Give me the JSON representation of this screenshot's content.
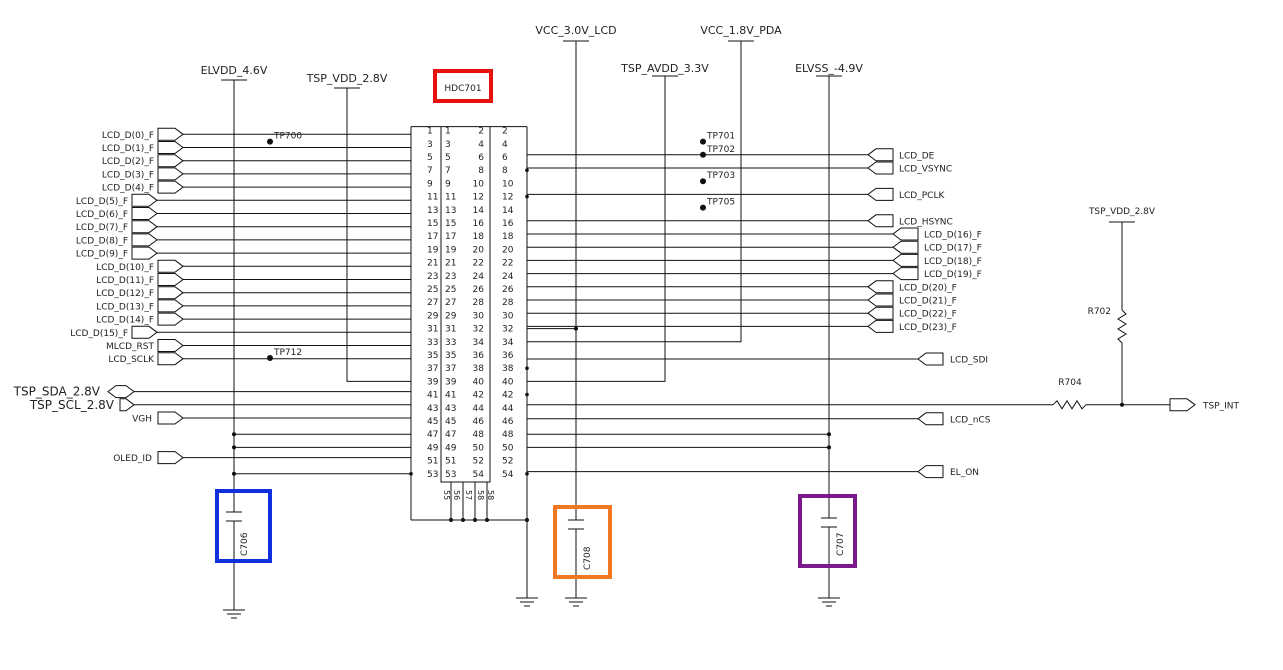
{
  "connector": {
    "ref": "HDC701",
    "pin_labels": {
      "left": [
        [
          "1",
          "3",
          "5",
          "7",
          "9",
          "11",
          "13",
          "15",
          "17",
          "19",
          "21",
          "23",
          "25",
          "27",
          "29",
          "31",
          "33",
          "35",
          "37",
          "39",
          "41",
          "43",
          "45",
          "47",
          "49",
          "51",
          "53"
        ],
        [
          "1",
          "3",
          "5",
          "7",
          "9",
          "11",
          "13",
          "15",
          "17",
          "19",
          "21",
          "23",
          "25",
          "27",
          "29",
          "31",
          "33",
          "35",
          "37",
          "39",
          "41",
          "43",
          "45",
          "47",
          "49",
          "51",
          "53"
        ]
      ],
      "right": [
        [
          "2",
          "4",
          "6",
          "8",
          "10",
          "12",
          "14",
          "16",
          "18",
          "20",
          "22",
          "24",
          "26",
          "28",
          "30",
          "32",
          "34",
          "36",
          "38",
          "40",
          "42",
          "44",
          "46",
          "48",
          "50",
          "52",
          "54"
        ],
        [
          "2",
          "4",
          "6",
          "8",
          "10",
          "12",
          "14",
          "16",
          "18",
          "20",
          "22",
          "24",
          "26",
          "28",
          "30",
          "32",
          "34",
          "36",
          "38",
          "40",
          "42",
          "44",
          "46",
          "48",
          "50",
          "52",
          "54"
        ]
      ],
      "bottom": [
        "55",
        "56",
        "57",
        "58"
      ],
      "inner_bottom": [
        "53",
        "55",
        "56",
        "57",
        "58",
        "54"
      ]
    }
  },
  "power_rails": [
    {
      "id": "elvdd",
      "label": "ELVDD_4.6V"
    },
    {
      "id": "tsp_vdd",
      "label": "TSP_VDD_2.8V"
    },
    {
      "id": "vcc30",
      "label": "VCC_3.0V_LCD"
    },
    {
      "id": "vcc18",
      "label": "VCC_1.8V_PDA"
    },
    {
      "id": "tsp_avdd",
      "label": "TSP_AVDD_3.3V"
    },
    {
      "id": "elvss",
      "label": "ELVSS_-4.9V"
    },
    {
      "id": "tsp_vdd_r",
      "label": "TSP_VDD_2.8V"
    }
  ],
  "left_nets": [
    "LCD_D(0)_F",
    "LCD_D(1)_F",
    "LCD_D(2)_F",
    "LCD_D(3)_F",
    "LCD_D(4)_F",
    "LCD_D(5)_F",
    "LCD_D(6)_F",
    "LCD_D(7)_F",
    "LCD_D(8)_F",
    "LCD_D(9)_F",
    "LCD_D(10)_F",
    "LCD_D(11)_F",
    "LCD_D(12)_F",
    "LCD_D(13)_F",
    "LCD_D(14)_F",
    "LCD_D(15)_F",
    "MLCD_RST",
    "LCD_SCLK",
    "TSP_SDA_2.8V",
    "TSP_SCL_2.8V",
    "VGH",
    "OLED_ID"
  ],
  "right_nets": [
    "LCD_DE",
    "LCD_VSYNC",
    "LCD_PCLK",
    "LCD_HSYNC",
    "LCD_D(16)_F",
    "LCD_D(17)_F",
    "LCD_D(18)_F",
    "LCD_D(19)_F",
    "LCD_D(20)_F",
    "LCD_D(21)_F",
    "LCD_D(22)_F",
    "LCD_D(23)_F",
    "LCD_SDI",
    "LCD_nCS",
    "EL_ON",
    "TSP_INT"
  ],
  "test_points": [
    "TP700",
    "TP701",
    "TP702",
    "TP703",
    "TP705",
    "TP712"
  ],
  "components": {
    "c706": "C706",
    "c708": "C708",
    "c707": "C707",
    "r702": "R702",
    "r704": "R704"
  },
  "highlights": {
    "red": "#e8120c",
    "blue": "#1030e0",
    "orange": "#f07820",
    "purple": "#7a1a8c"
  }
}
